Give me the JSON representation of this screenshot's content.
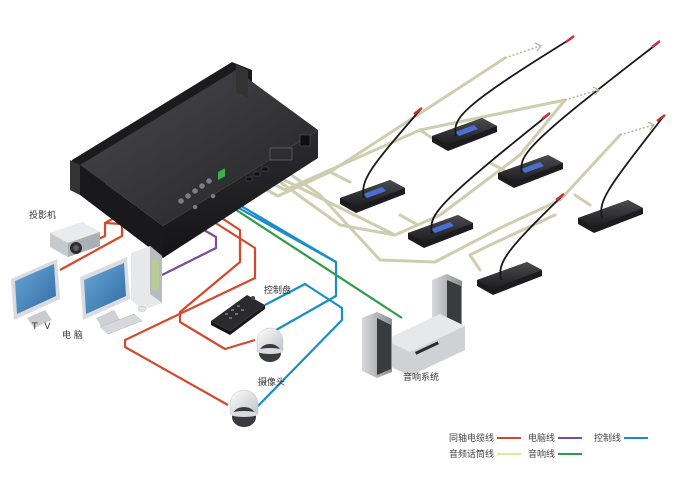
{
  "title": "Conference System Connection Diagram",
  "devices": {
    "projector": "投影机",
    "tv": "T V",
    "computer": "电 脑",
    "control_panel": "控制盘",
    "camera": "摄像头",
    "audio_system": "音响系统"
  },
  "legend": [
    {
      "label": "同轴电缆线",
      "color": "#d5492a"
    },
    {
      "label": "电脑线",
      "color": "#7a4d9c"
    },
    {
      "label": "控制线",
      "color": "#1a8dc8"
    },
    {
      "label": "音频话筒线",
      "color": "#e8e69a"
    },
    {
      "label": "音响线",
      "color": "#2f9a4a"
    }
  ],
  "colors": {
    "coax": "#d5492a",
    "computer": "#7a4d9c",
    "control": "#1a8dc8",
    "mic": "#cfcdb0",
    "audio": "#2f9a4a",
    "device_dark": "#2a2a2c",
    "screen": "#3e7fb8"
  }
}
